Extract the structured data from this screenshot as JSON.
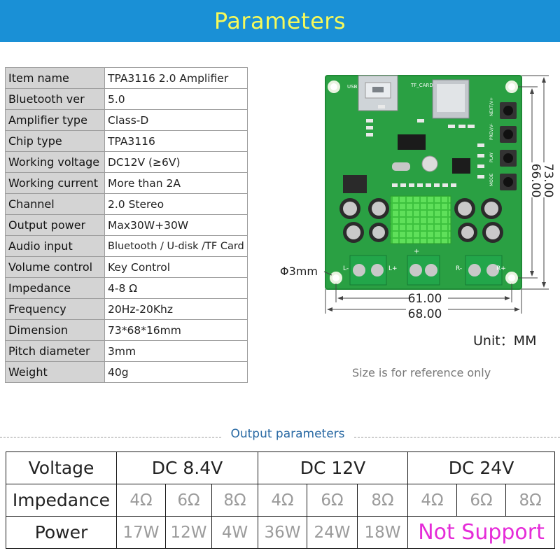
{
  "header": {
    "title": "Parameters"
  },
  "specs": [
    {
      "key": "Item name",
      "value": "TPA3116 2.0 Amplifier"
    },
    {
      "key": "Bluetooth ver",
      "value": "5.0"
    },
    {
      "key": "Amplifier type",
      "value": "Class-D"
    },
    {
      "key": "Chip type",
      "value": "TPA3116"
    },
    {
      "key": "Working voltage",
      "value": "DC12V (≥6V)"
    },
    {
      "key": "Working current",
      "value": "More than 2A"
    },
    {
      "key": "Channel",
      "value": "2.0  Stereo"
    },
    {
      "key": "Output power",
      "value": "Max30W+30W"
    },
    {
      "key": "Audio input",
      "value": "Bluetooth / U-disk /TF Card"
    },
    {
      "key": "Volume control",
      "value": "Key Control"
    },
    {
      "key": "Impedance",
      "value": "4-8 Ω"
    },
    {
      "key": "Frequency",
      "value": "20Hz-20Khz"
    },
    {
      "key": "Dimension",
      "value": "73*68*16mm"
    },
    {
      "key": "Pitch diameter",
      "value": "3mm"
    },
    {
      "key": "Weight",
      "value": "40g"
    }
  ],
  "board": {
    "silk_usb": "USB",
    "silk_tf": "TF_CARD",
    "silk_next": "NEXT/V+",
    "silk_prev": "PREV/V-",
    "silk_play": "PLAY",
    "silk_mode": "MODE",
    "silk_l_minus": "L-",
    "silk_l_plus": "L+",
    "silk_plus": "+",
    "silk_r_minus": "R-",
    "silk_r_plus": "R+",
    "dim_73": "73.00",
    "dim_66": "66.00",
    "dim_61": "61.00",
    "dim_68": "68.00",
    "hole": "Φ3mm",
    "colors": {
      "pcb": "#2aa043",
      "pcb_dark": "#1f8a36",
      "terminal": "#22a64a",
      "heatsink": "#49d04a"
    }
  },
  "unit": "Unit：MM",
  "note": "Size is for reference only",
  "output": {
    "title": "Output parameters",
    "row_labels": {
      "voltage": "Voltage",
      "impedance": "Impedance",
      "power": "Power"
    },
    "groups": [
      {
        "voltage": "DC 8.4V",
        "impedances": [
          "4Ω",
          "6Ω",
          "8Ω"
        ],
        "powers": [
          "17W",
          "12W",
          "4W"
        ]
      },
      {
        "voltage": "DC 12V",
        "impedances": [
          "4Ω",
          "6Ω",
          "8Ω"
        ],
        "powers": [
          "36W",
          "24W",
          "18W"
        ]
      },
      {
        "voltage": "DC 24V",
        "impedances": [
          "4Ω",
          "6Ω",
          "8Ω"
        ],
        "powers_note": "Not Support"
      }
    ],
    "colors": {
      "not_support": "#e52bd8",
      "muted": "#9b9b9b"
    }
  }
}
